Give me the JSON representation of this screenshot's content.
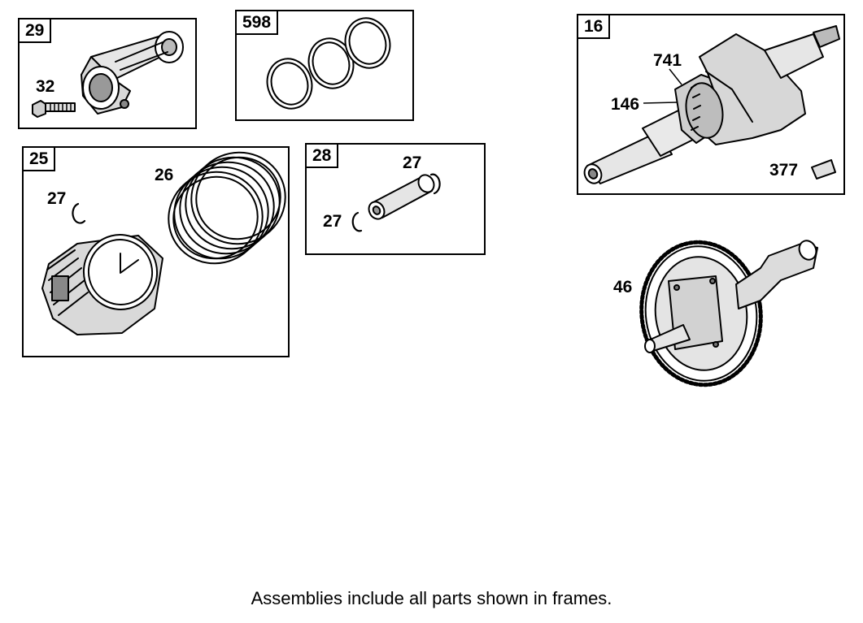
{
  "frames": {
    "f29": "29",
    "f598": "598",
    "f25": "25",
    "f28": "28",
    "f16": "16"
  },
  "callouts": {
    "c32": "32",
    "c26": "26",
    "c27a": "27",
    "c27b": "27",
    "c27c": "27",
    "c741": "741",
    "c146": "146",
    "c377": "377",
    "c46": "46"
  },
  "caption": "Assemblies include all parts shown in frames."
}
